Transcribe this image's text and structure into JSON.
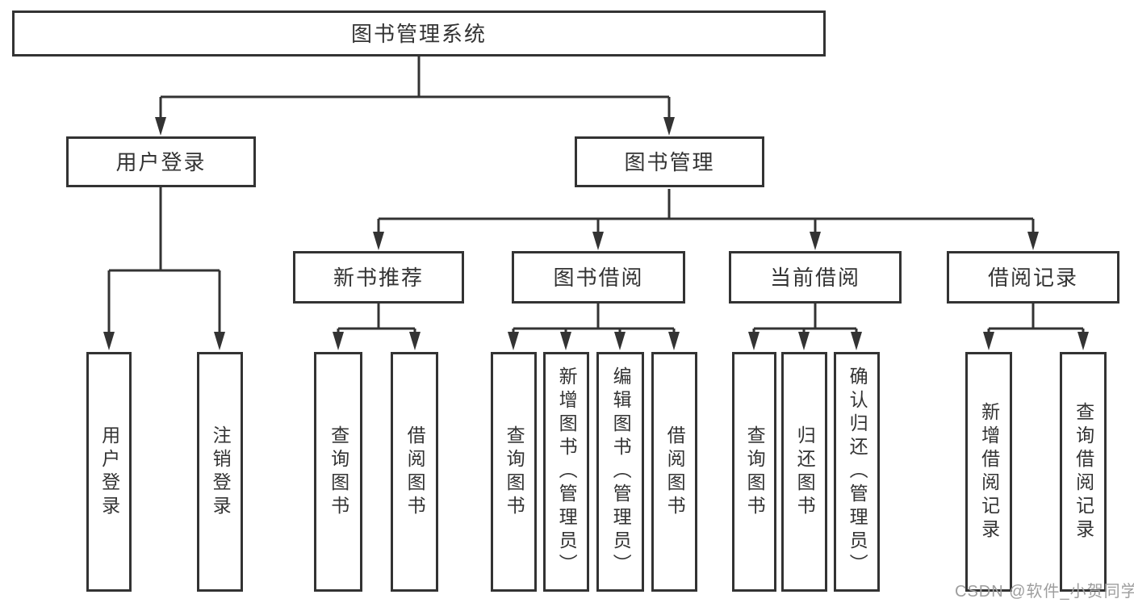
{
  "page": {
    "background": "#ffffff"
  },
  "colors": {
    "line": "#333333",
    "box_border": "#333333",
    "text": "#333333",
    "watermark": "#9e9e9e"
  },
  "diagram": {
    "root": {
      "label": "图书管理系统"
    },
    "branches": [
      {
        "label": "用户登录",
        "children": [
          {
            "label": "用户登录"
          },
          {
            "label": "注销登录"
          }
        ]
      },
      {
        "label": "图书管理",
        "children": [
          {
            "label": "新书推荐",
            "children": [
              {
                "label": "查询图书"
              },
              {
                "label": "借阅图书"
              }
            ]
          },
          {
            "label": "图书借阅",
            "children": [
              {
                "label": "查询图书"
              },
              {
                "label": "新增图书（管理员）"
              },
              {
                "label": "编辑图书（管理员）"
              },
              {
                "label": "借阅图书"
              }
            ]
          },
          {
            "label": "当前借阅",
            "children": [
              {
                "label": "查询图书"
              },
              {
                "label": "归还图书"
              },
              {
                "label": "确认归还（管理员）"
              }
            ]
          },
          {
            "label": "借阅记录",
            "children": [
              {
                "label": "新增借阅记录"
              },
              {
                "label": "查询借阅记录"
              }
            ]
          }
        ]
      }
    ]
  },
  "watermark": {
    "text": "CSDN @软件_小贺同学"
  }
}
